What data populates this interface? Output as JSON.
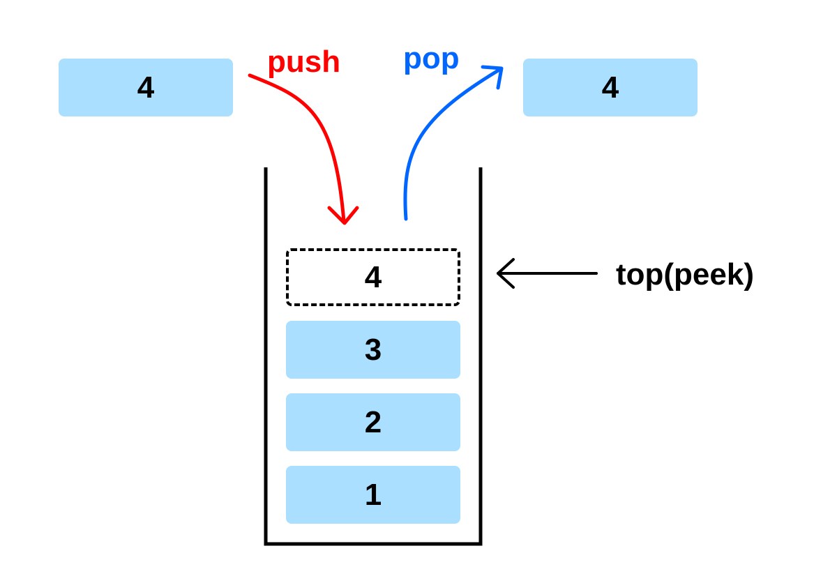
{
  "colors": {
    "push": "#ff0000",
    "pop": "#0066ff",
    "box_fill": "#aadfff",
    "stroke": "#000000"
  },
  "incoming_box": {
    "value": "4"
  },
  "outgoing_box": {
    "value": "4"
  },
  "push_label": "push",
  "pop_label": "pop",
  "top_label": "top(peek)",
  "stack": {
    "top_value": "4",
    "items": [
      "3",
      "2",
      "1"
    ]
  }
}
